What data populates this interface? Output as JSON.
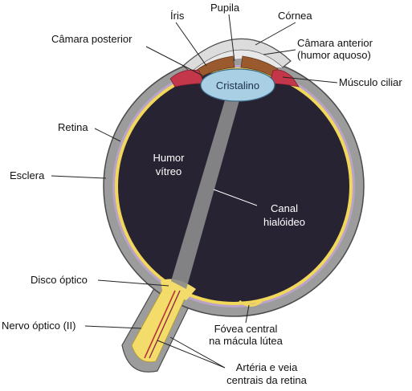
{
  "labels": {
    "iris": "Íris",
    "pupil": "Pupila",
    "cornea": "Córnea",
    "posterior_chamber": "Câmara posterior",
    "anterior_chamber_1": "Câmara anterior",
    "anterior_chamber_2": "(humor aquoso)",
    "ciliary_muscle": "Músculo ciliar",
    "lens": "Cristalino",
    "retina": "Retina",
    "vitreous_1": "Humor",
    "vitreous_2": "vítreo",
    "sclera": "Esclera",
    "hyaloid_canal_1": "Canal",
    "hyaloid_canal_2": "hialóideo",
    "optic_disc": "Disco óptico",
    "optic_nerve": "Nervo óptico (II)",
    "fovea_1": "Fóvea central",
    "fovea_2": "na mácula lútea",
    "vessels_1": "Artéria e veia",
    "vessels_2": "centrais da retina"
  },
  "colors": {
    "sclera": "#9c9c9c",
    "choroid": "#b9a3c9",
    "retina": "#f1d85a",
    "vitreous": "#282333",
    "lens": "#a8cfe3",
    "iris": "#9b5a2e",
    "ciliary_muscle": "#c4364a",
    "cornea": "#dcdcdc",
    "optic_nerve": "#f3dc6a"
  }
}
